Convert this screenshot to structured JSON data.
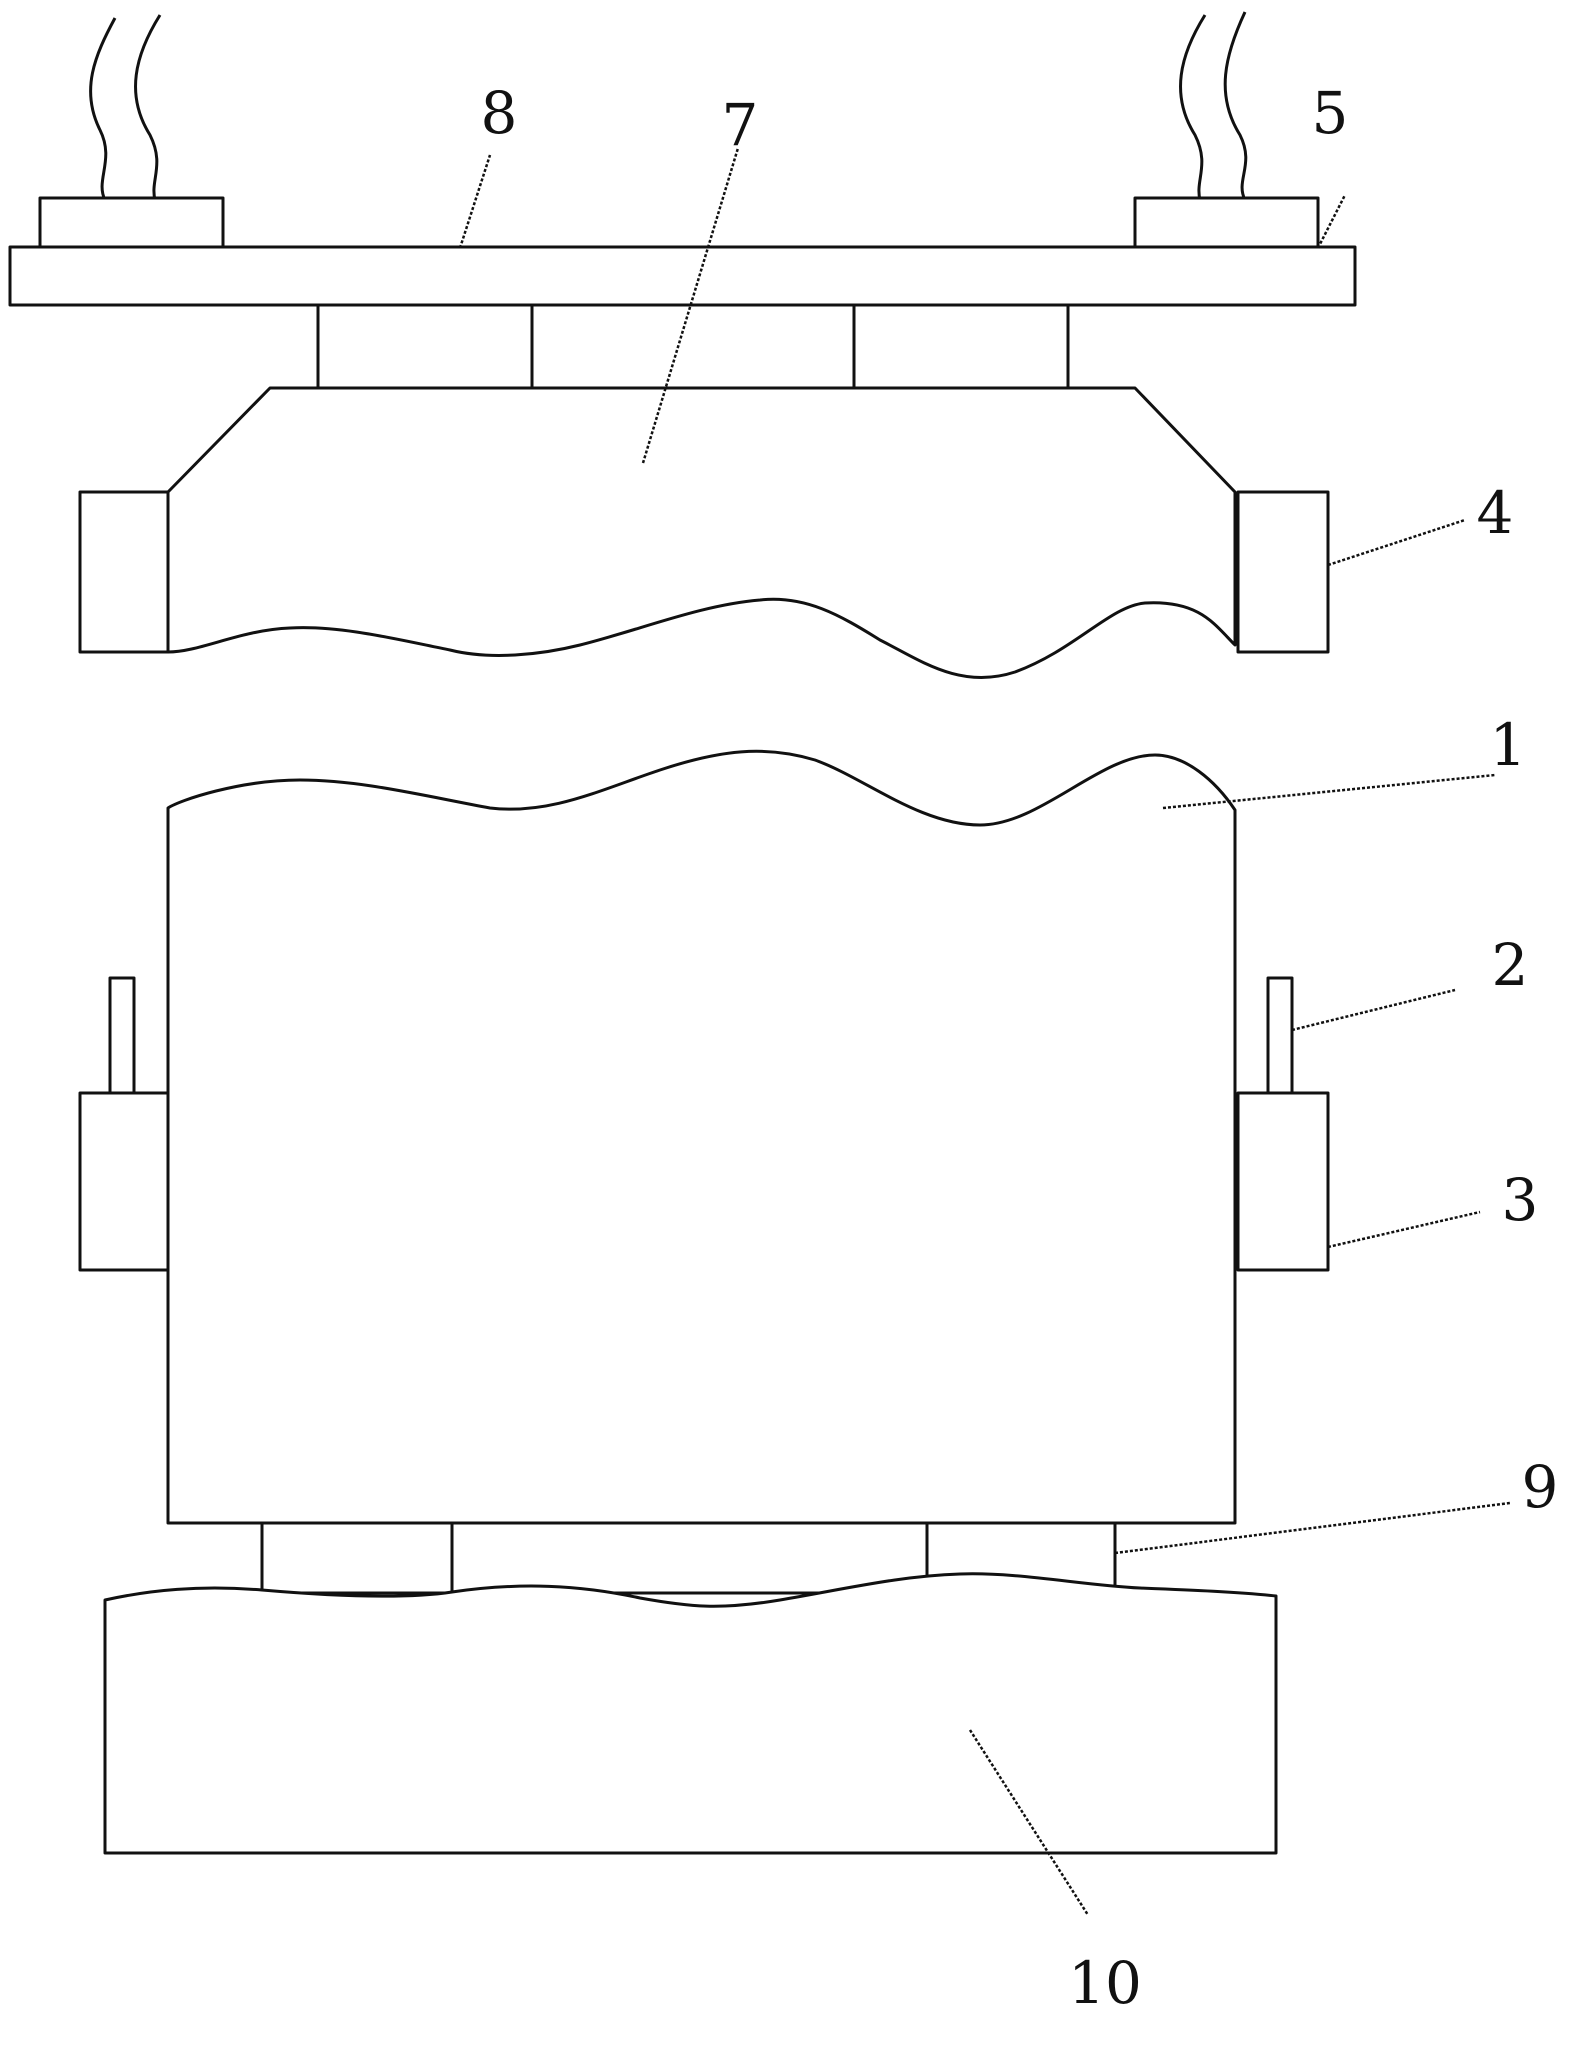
{
  "colors": {
    "line": "#111111",
    "background": "#ffffff"
  },
  "callouts": {
    "c1": "1",
    "c2": "2",
    "c3": "3",
    "c4": "4",
    "c5": "5",
    "c7": "7",
    "c8": "8",
    "c9": "9",
    "c10": "10"
  }
}
